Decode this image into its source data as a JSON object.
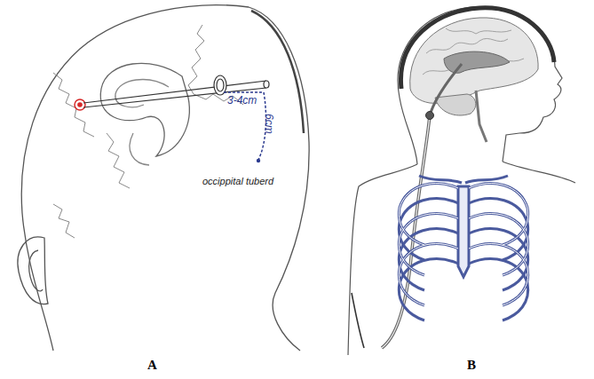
{
  "diagram": {
    "labels": [
      "3-4cm",
      "6cm",
      "occippital tuberd",
      "A",
      "B"
    ]
  }
}
